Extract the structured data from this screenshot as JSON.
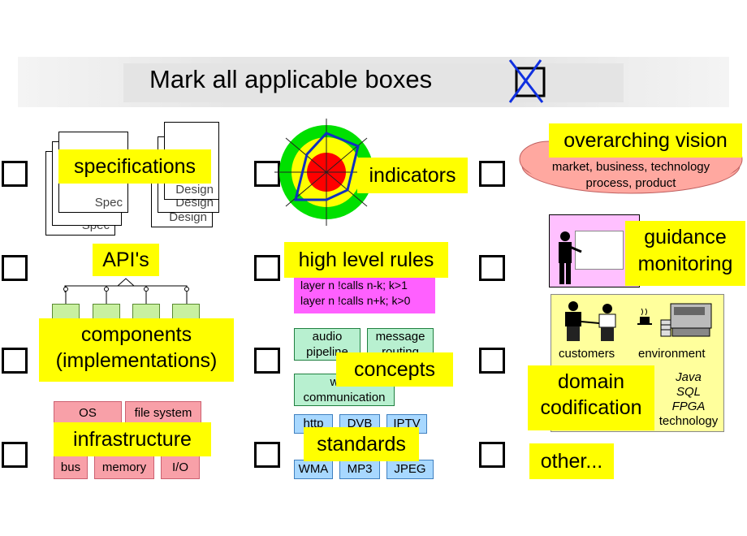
{
  "header": {
    "title": "Mark all applicable boxes"
  },
  "col1": {
    "specifications": {
      "label": "specifications",
      "doc_spec": "Spec",
      "doc_spec_back": "Spec",
      "doc_design": "Design",
      "doc_design_2": "Design",
      "doc_design_3": "Design"
    },
    "apis": {
      "label": "API's"
    },
    "components": {
      "line1": "components",
      "line2": "(implementations)"
    },
    "infrastructure": {
      "label": "infrastructure",
      "boxes": [
        "OS",
        "file system",
        "bus",
        "memory",
        "I/O"
      ]
    }
  },
  "col2": {
    "indicators": {
      "label": "indicators"
    },
    "rules": {
      "label": "high level rules",
      "rule1": "layer n !calls n-k; k>1",
      "rule2": "layer n !calls n+k; k>0"
    },
    "concepts": {
      "label": "concepts",
      "box1": "audio pipeline",
      "box2": "message routing",
      "box3": "white communication"
    },
    "standards": {
      "label": "standards",
      "top": [
        "http",
        "DVB",
        "IPTV"
      ],
      "bottom": [
        "WMA",
        "MP3",
        "JPEG"
      ]
    }
  },
  "col3": {
    "vision": {
      "label": "overarching vision",
      "line1": "market, business, technology",
      "line2": "process, product"
    },
    "guidance": {
      "line1": "guidance",
      "line2": "monitoring"
    },
    "domain": {
      "line1": "domain",
      "line2": "codification",
      "customers": "customers",
      "environment": "environment",
      "tech": [
        "Java",
        "SQL",
        "FPGA",
        "technology"
      ]
    },
    "other": {
      "label": "other..."
    }
  },
  "colors": {
    "highlight": "#ffff00",
    "cross": "#1030e0"
  }
}
